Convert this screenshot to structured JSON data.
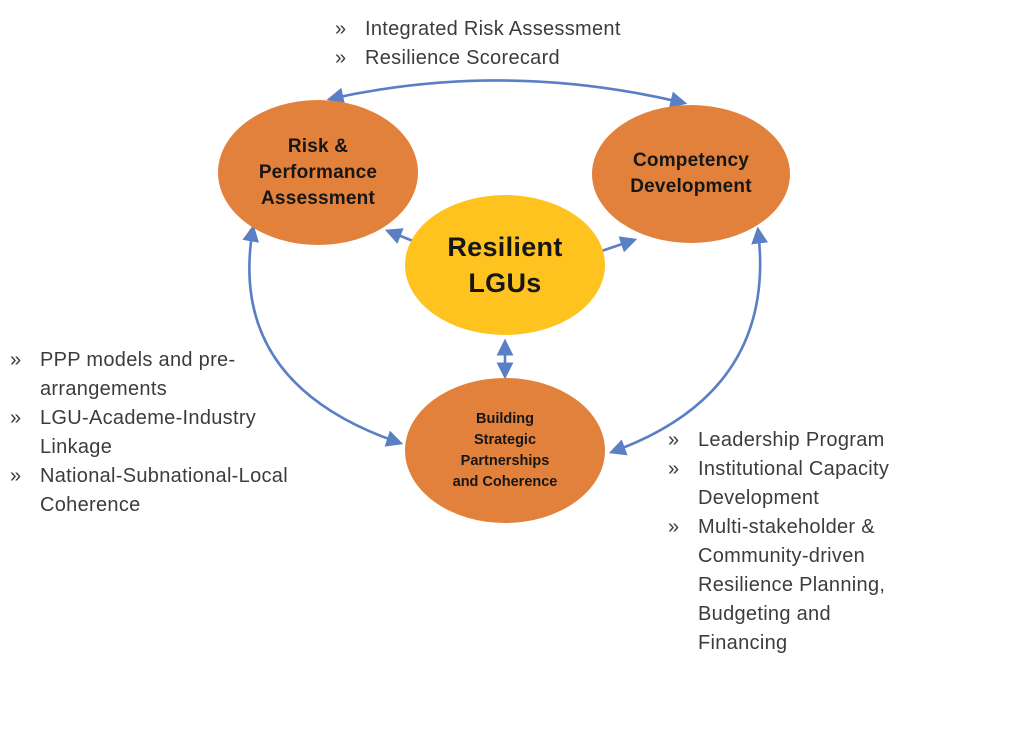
{
  "colors": {
    "orange": "#E2813C",
    "yellow": "#FFC320",
    "arrow": "#5B7FC4",
    "text": "#3C3C3C"
  },
  "nodes": {
    "top_left": {
      "label": "Risk &\nPerformance\nAssessment"
    },
    "top_right": {
      "label": "Competency\nDevelopment"
    },
    "center": {
      "label": "Resilient\nLGUs"
    },
    "bottom": {
      "label": "Building\nStrategic\nPartnerships\nand Coherence"
    }
  },
  "lists": {
    "top": {
      "items": [
        {
          "marker": "»",
          "text": "Integrated Risk Assessment"
        },
        {
          "marker": "»",
          "text": "Resilience Scorecard"
        }
      ]
    },
    "left": {
      "items": [
        {
          "marker": "»",
          "text": "PPP models and pre-\narrangements"
        },
        {
          "marker": "»",
          "text": "LGU-Academe-Industry\nLinkage"
        },
        {
          "marker": "»",
          "text": "National-Subnational-Local\nCoherence"
        }
      ]
    },
    "right": {
      "items": [
        {
          "marker": "»",
          "text": "Leadership Program"
        },
        {
          "marker": "»",
          "text": "Institutional Capacity\nDevelopment"
        },
        {
          "marker": "»",
          "text": "Multi-stakeholder &\nCommunity-driven\nResilience Planning,\nBudgeting and\nFinancing"
        }
      ]
    }
  }
}
